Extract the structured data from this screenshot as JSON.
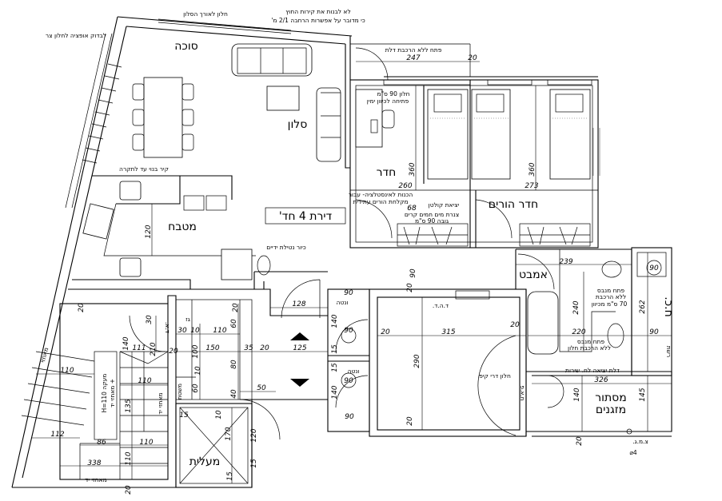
{
  "title": "דירת 4 חד'",
  "rooms": {
    "sukkah": "סוכה",
    "salon": "סלון",
    "room": "חדר",
    "parents": "חדר הורים",
    "kitchen": "מטבח",
    "bath": "אמבט",
    "wc": "ח.כ.",
    "net": "רשת",
    "storage_1": "מסתור",
    "storage_2": "מזגנים",
    "elevator": "מעלית",
    "mamad": "ד.ה.ד."
  },
  "notes": [
    "חלון לאורך הסלון",
    "לא לבנות את קירות החוץ",
    "כי מדובר על אפשרות הרחבה 2/1 מ'",
    "לבדוק אופציה לחלון צר",
    "פתח ללא הרכבת דלת",
    "חלון 90 ס\"מ",
    "פתיחה לכיוון ימין",
    "הכנות לאינסטלציה- עבור",
    "מקלחת הורים עתידית",
    "יציאת קולטן",
    "צנרת מים חמים קרים",
    "גובה 90 ס\"מ",
    "קיר בנוי עד לתקרה",
    "כיור נטילת ידיים",
    "פתח מנבס",
    "ללא הרכבת",
    "70 ס\"מ מכיוון",
    "פתח מנבס",
    "ללא הרכבת חלון",
    "דלת יציאה לח. שירות",
    "חלון דרי קיפ",
    "ח.א.פ",
    "ונטה",
    "ונטה",
    "מעקה H=110",
    "+ מאחזי יד",
    "מאחזי יד",
    "מאחזי יד",
    "מאחזי",
    "ד.א.",
    "גז",
    "משטח",
    "צ.מ.ג.",
    "⌀4"
  ],
  "dims": [
    "247",
    "20",
    "360",
    "360",
    "260",
    "273",
    "68",
    "120",
    "239",
    "240",
    "262",
    "90",
    "220",
    "326",
    "140",
    "145",
    "20",
    "128",
    "315",
    "20",
    "20",
    "290",
    "20",
    "90",
    "140",
    "90",
    "15",
    "15",
    "90",
    "140",
    "90",
    "125",
    "35",
    "20",
    "50",
    "110",
    "112",
    "86",
    "110",
    "338",
    "110",
    "135",
    "110",
    "20",
    "140",
    "111",
    "30",
    "210",
    "20",
    "20",
    "30",
    "10",
    "110",
    "60",
    "100",
    "150",
    "80",
    "10",
    "60",
    "40",
    "170",
    "15",
    "10",
    "15",
    "120",
    "20",
    "20",
    "90",
    "90",
    "15"
  ]
}
